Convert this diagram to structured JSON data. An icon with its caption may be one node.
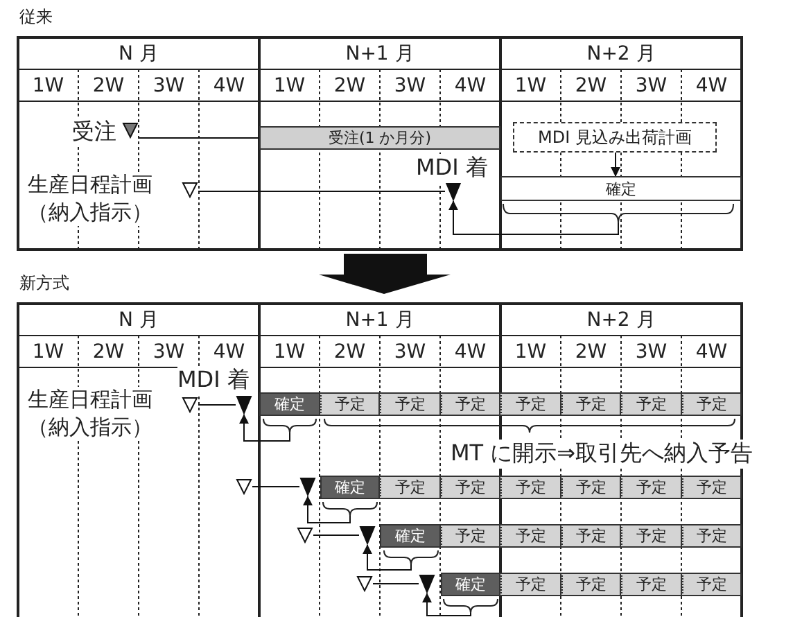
{
  "diagram": {
    "nodes": [
      {
        "text": [],
        "shape": "triangle",
        "beside": [
          "受注"
        ]
      },
      {
        "text": [
          "受注(1 か月分)"
        ]
      },
      {
        "text": [],
        "shape": "triangle",
        "beside": [
          "生産日程計画（納入指示）"
        ]
      },
      {
        "text": [],
        "shape": "triangle",
        "beside": [
          "MDI 着"
        ]
      },
      {
        "text": [
          "MDI 見込み出荷計画"
        ]
      },
      {
        "text": [
          "確定"
        ]
      },
      {
        "text": [],
        "shape": "brace"
      },
      {
        "text": [],
        "shape": "triangle",
        "beside": [
          "生産日程計画（納入指示）"
        ]
      },
      {
        "text": [],
        "shape": "triangle",
        "beside": [
          "MDI 着"
        ]
      },
      {
        "text": [
          "確定"
        ]
      },
      {
        "text": [
          "予定"
        ]
      },
      {
        "text": [
          "予定"
        ]
      },
      {
        "text": [
          "予定"
        ]
      },
      {
        "text": [
          "予定"
        ]
      },
      {
        "text": [
          "予定"
        ]
      },
      {
        "text": [
          "予定"
        ]
      },
      {
        "text": [
          "予定"
        ]
      },
      {
        "text": [],
        "shape": "brace"
      },
      {
        "text": [],
        "shape": "brace",
        "beside": [
          "MT に開示⇒取引先へ納入予告"
        ]
      },
      {
        "text": [],
        "shape": "triangle"
      },
      {
        "text": [],
        "shape": "triangle"
      },
      {
        "text": [
          "確定"
        ]
      },
      {
        "text": [
          "予定"
        ]
      },
      {
        "text": [
          "予定"
        ]
      },
      {
        "text": [
          "予定"
        ]
      },
      {
        "text": [
          "予定"
        ]
      },
      {
        "text": [
          "予定"
        ]
      },
      {
        "text": [
          "予定"
        ]
      },
      {
        "text": [],
        "shape": "brace"
      },
      {
        "text": [],
        "shape": "triangle"
      },
      {
        "text": [],
        "shape": "triangle"
      },
      {
        "text": [
          "確定"
        ]
      },
      {
        "text": [
          "予定"
        ]
      },
      {
        "text": [
          "予定"
        ]
      },
      {
        "text": [
          "予定"
        ]
      },
      {
        "text": [
          "予定"
        ]
      },
      {
        "text": [
          "予定"
        ]
      },
      {
        "text": [],
        "shape": "brace"
      },
      {
        "text": [],
        "shape": "triangle"
      },
      {
        "text": [],
        "shape": "triangle"
      },
      {
        "text": [
          "確定"
        ]
      },
      {
        "text": [
          "予定"
        ]
      },
      {
        "text": [
          "予定"
        ]
      },
      {
        "text": [
          "予定"
        ]
      },
      {
        "text": [
          "予定"
        ]
      },
      {
        "text": [],
        "shape": "brace"
      }
    ],
    "edges": [
      {
        "from": 0,
        "to": 1,
        "arrow": "none"
      },
      {
        "from": 2,
        "to": 3,
        "arrow": "none"
      },
      {
        "from": 4,
        "to": 5,
        "arrow": "to"
      },
      {
        "from": 6,
        "to": 3,
        "arrow": "to"
      },
      {
        "from": 7,
        "to": 8,
        "arrow": "none"
      },
      {
        "from": 17,
        "to": 8,
        "arrow": "to"
      },
      {
        "from": 19,
        "to": 20,
        "arrow": "none"
      },
      {
        "from": 28,
        "to": 20,
        "arrow": "to"
      },
      {
        "from": 29,
        "to": 30,
        "arrow": "none"
      },
      {
        "from": 37,
        "to": 30,
        "arrow": "to"
      },
      {
        "from": 38,
        "to": 39,
        "arrow": "none"
      },
      {
        "from": 45,
        "to": 39,
        "arrow": "to"
      }
    ],
    "labels": [
      "従来",
      "N 月",
      "N+1 月",
      "N+2 月",
      "1W",
      "2W",
      "3W",
      "4W",
      "1W",
      "2W",
      "3W",
      "4W",
      "1W",
      "2W",
      "3W",
      "4W",
      "新方式",
      "N 月",
      "N+1 月",
      "N+2 月",
      "1W",
      "2W",
      "3W",
      "4W",
      "1W",
      "2W",
      "3W",
      "4W",
      "1W",
      "2W",
      "3W",
      "4W"
    ]
  }
}
